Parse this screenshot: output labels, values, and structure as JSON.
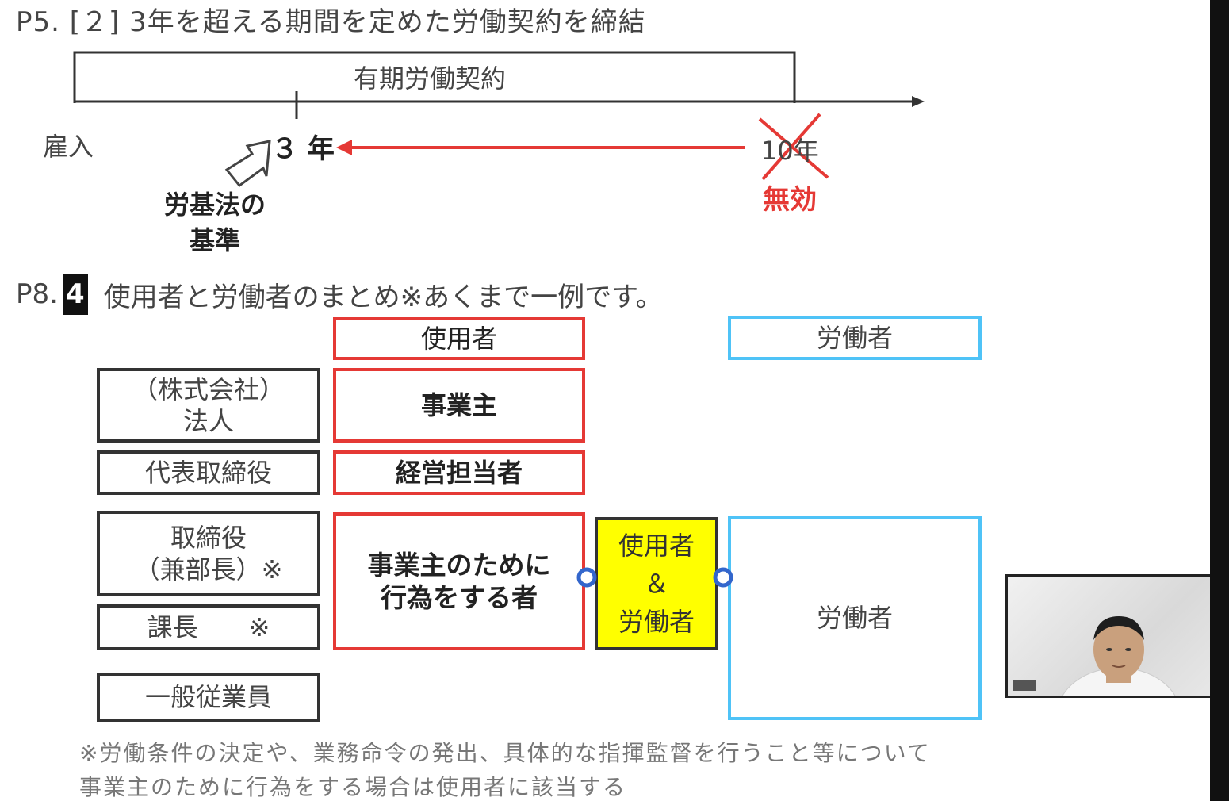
{
  "section1": {
    "title": "P5. [２] 3年を超える期間を定めた労働契約を締結",
    "contract_label": "有期労働契約",
    "start_label": "雇入",
    "three_year_label": "３ 年",
    "ten_year_label": "10年",
    "invalid_label": "無効",
    "law_standard_label": "労基法の\n基準"
  },
  "section2": {
    "prefix": "P8.",
    "number": "4",
    "title": "使用者と労働者のまとめ※あくまで一例です。",
    "header_employer": "使用者",
    "header_worker": "労働者",
    "rows": [
      {
        "left": "（株式会社）\n法人",
        "right": "事業主"
      },
      {
        "left": "代表取締役",
        "right": "経営担当者"
      },
      {
        "left": "取締役\n（兼部長）※",
        "right": ""
      },
      {
        "left": "課長　　※",
        "right": ""
      },
      {
        "left": "一般従業員",
        "right": ""
      }
    ],
    "acting_for_employer": "事業主のために\n行為をする者",
    "both_label": "使用者\n＆\n労働者",
    "worker_label": "労働者",
    "footnote": "※労働条件の決定や、業務命令の発出、具体的な指揮監督を行うこと等について\n事業主のために行為をする場合は使用者に該当する"
  },
  "colors": {
    "red": "#e53935",
    "blue": "#4fc3f7",
    "yellow": "#ffff00",
    "dark": "#333333"
  }
}
